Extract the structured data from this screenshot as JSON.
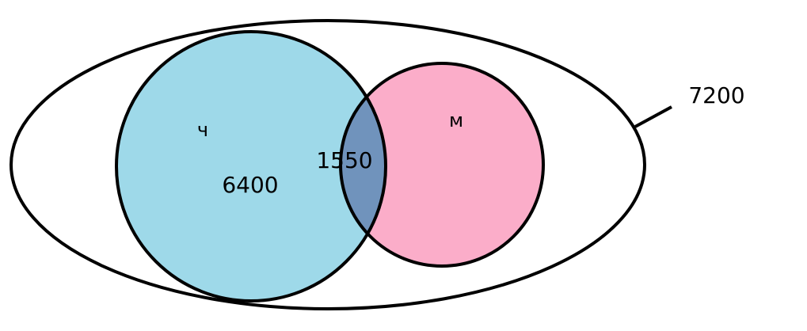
{
  "diagram": {
    "type": "venn",
    "universe": {
      "value": "7200",
      "fill": "#ffffff",
      "stroke": "#000000"
    },
    "set_left": {
      "label": "ч",
      "value": "6400",
      "fill": "#9ed9e9"
    },
    "set_right": {
      "label": "м",
      "fill": "#fbadc9"
    },
    "intersection": {
      "value": "1550",
      "fill": "#7093bc"
    }
  }
}
